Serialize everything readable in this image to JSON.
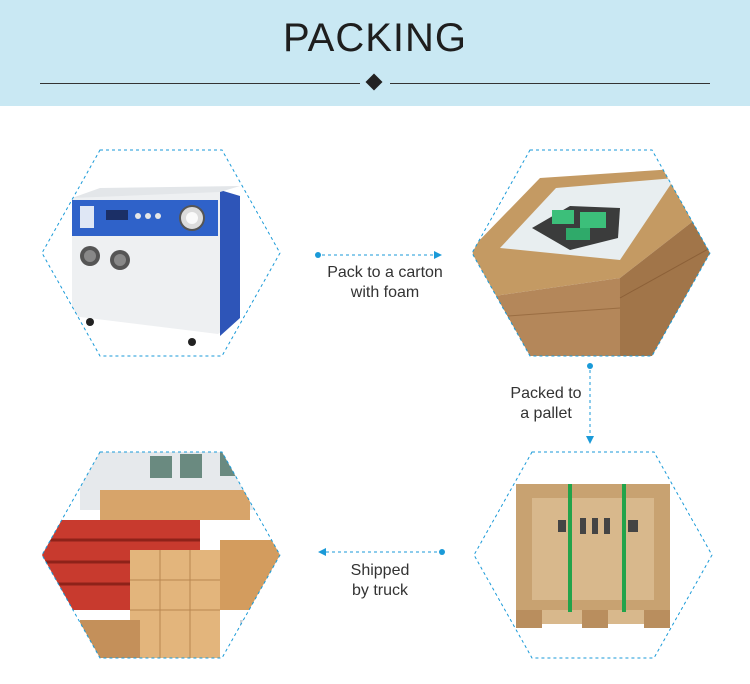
{
  "header": {
    "title": "PACKING"
  },
  "steps": [
    {
      "label_line1": "Pack to a carton",
      "label_line2": "with foam"
    },
    {
      "label_line1": "Packed to",
      "label_line2": "a pallet"
    },
    {
      "label_line1": "Shipped",
      "label_line2": "by truck"
    }
  ],
  "colors": {
    "header_bg": "#c9e8f3",
    "accent": "#1a9ad8"
  }
}
